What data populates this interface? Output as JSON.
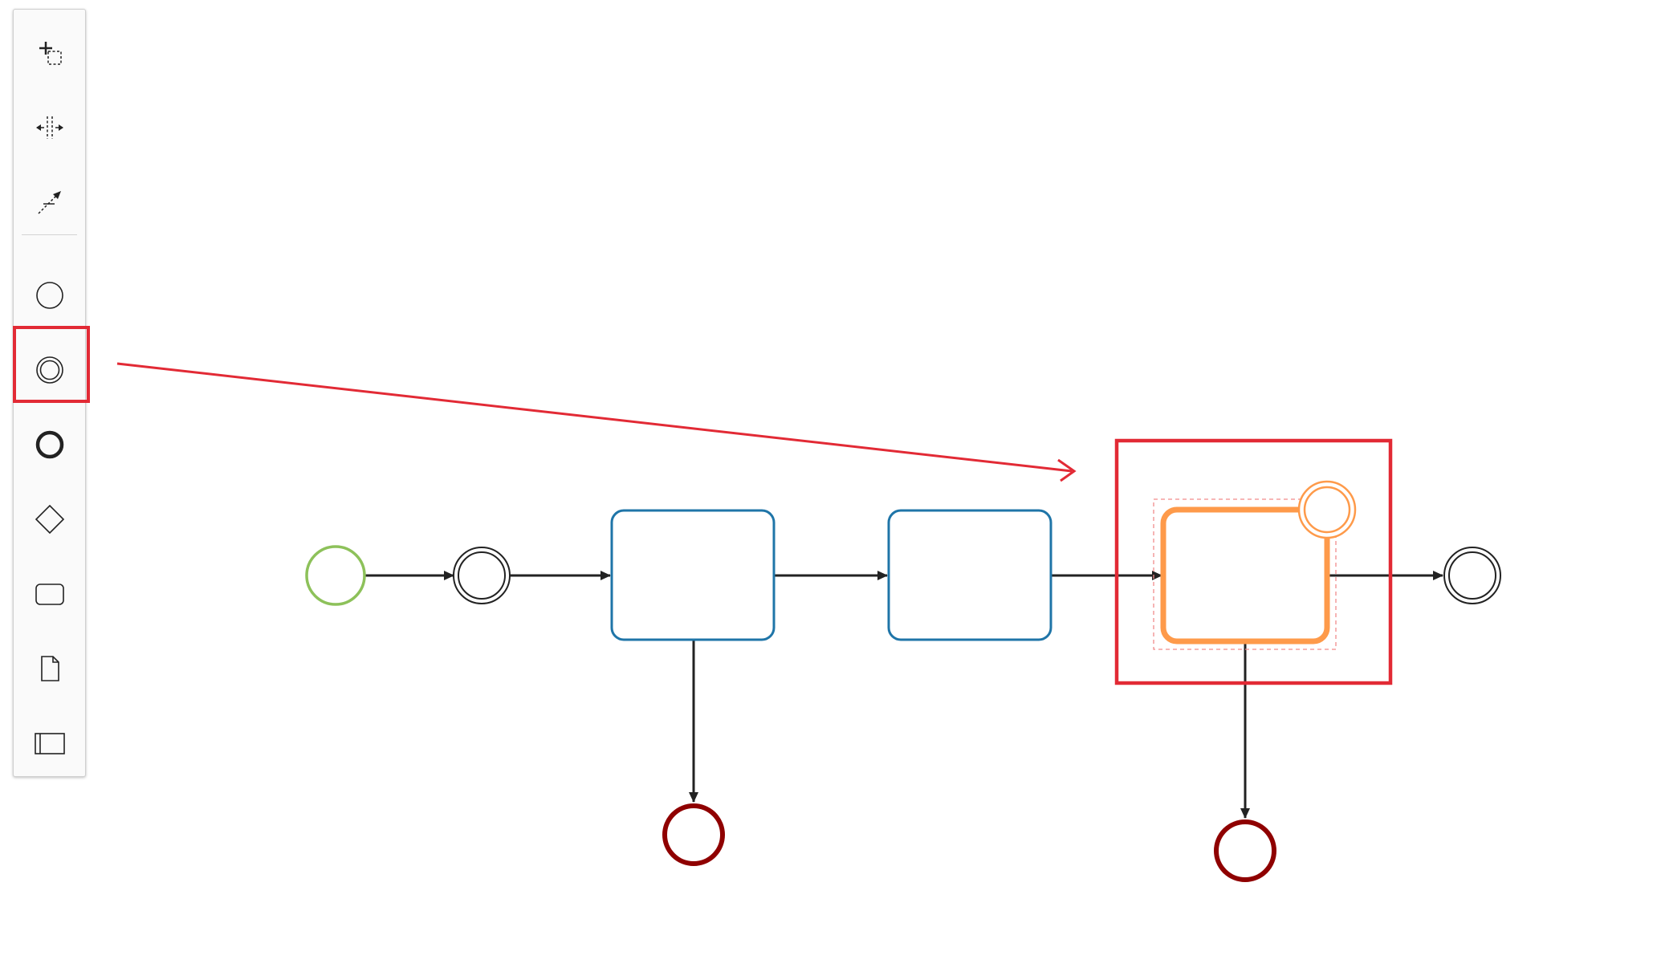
{
  "colors": {
    "stroke": "#222222",
    "start_event": "#8dc15a",
    "task_blue": "#1f75a8",
    "end_event_red": "#8f0000",
    "selected_orange": "#fe9a4a",
    "highlight_red": "#e22a35"
  },
  "palette": {
    "tools": [
      {
        "name": "hand-tool",
        "icon": "hand-tool-icon"
      },
      {
        "name": "space-tool",
        "icon": "space-tool-icon"
      },
      {
        "name": "global-connect-tool",
        "icon": "connect-tool-icon"
      }
    ],
    "elements": [
      {
        "name": "start-event",
        "icon": "start-event-icon"
      },
      {
        "name": "intermediate-event",
        "icon": "intermediate-event-icon",
        "highlighted": true
      },
      {
        "name": "end-event",
        "icon": "end-event-icon"
      },
      {
        "name": "gateway",
        "icon": "gateway-icon"
      },
      {
        "name": "task",
        "icon": "task-icon"
      },
      {
        "name": "data-object",
        "icon": "data-object-icon"
      },
      {
        "name": "pool",
        "icon": "pool-icon"
      }
    ]
  },
  "diagram": {
    "nodes": [
      {
        "id": "start-event",
        "type": "start-event"
      },
      {
        "id": "intermediate-event-1",
        "type": "intermediate-event"
      },
      {
        "id": "task-1",
        "type": "task"
      },
      {
        "id": "task-2",
        "type": "task"
      },
      {
        "id": "task-3",
        "type": "task",
        "selected": true
      },
      {
        "id": "boundary-event",
        "type": "boundary-event",
        "attached_to": "task-3"
      },
      {
        "id": "intermediate-event-2",
        "type": "intermediate-event"
      },
      {
        "id": "end-event-1",
        "type": "end-event"
      },
      {
        "id": "end-event-2",
        "type": "end-event"
      }
    ],
    "flows": [
      {
        "from": "start-event",
        "to": "intermediate-event-1"
      },
      {
        "from": "intermediate-event-1",
        "to": "task-1"
      },
      {
        "from": "task-1",
        "to": "task-2"
      },
      {
        "from": "task-2",
        "to": "task-3"
      },
      {
        "from": "task-3",
        "to": "intermediate-event-2"
      },
      {
        "from": "task-1",
        "to": "end-event-1"
      },
      {
        "from": "task-3",
        "to": "end-event-2"
      }
    ]
  }
}
